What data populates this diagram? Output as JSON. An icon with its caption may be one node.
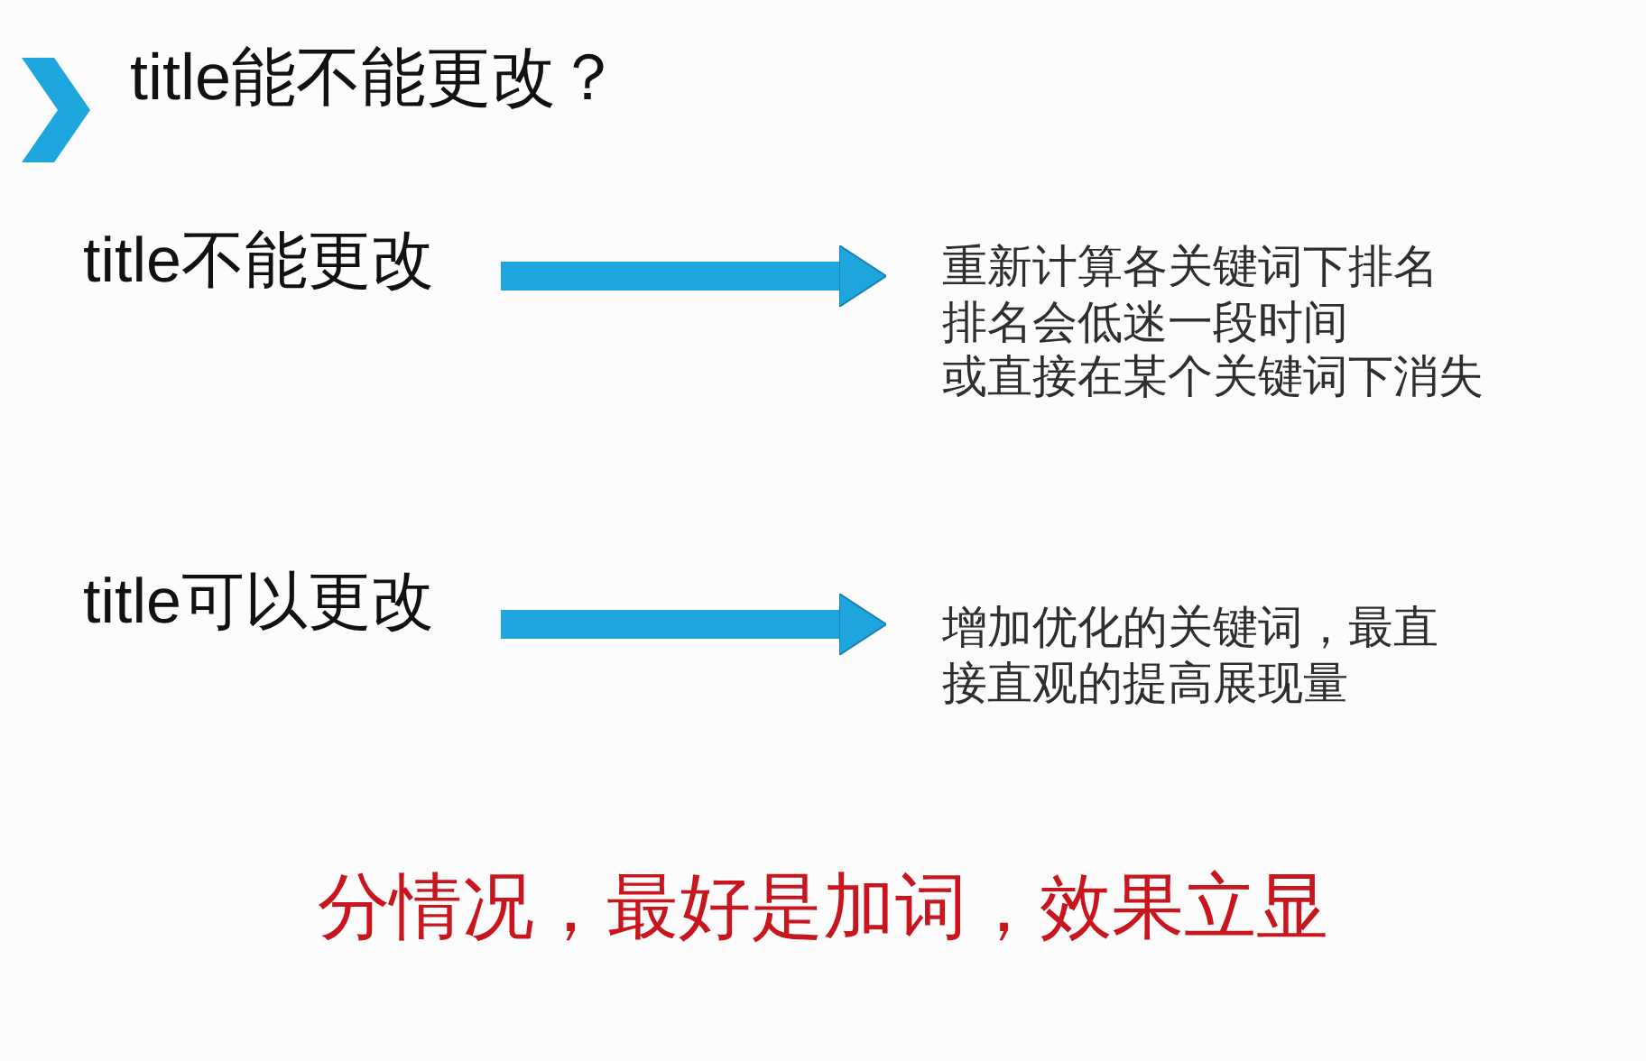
{
  "diagram": {
    "title": "title能不能更改？",
    "nodes": [
      {
        "text": [
          "title不能更改"
        ]
      },
      {
        "text": [
          "重新计算各关键词下排名",
          "排名会低迷一段时间",
          "或直接在某个关键词下消失"
        ]
      },
      {
        "text": [
          "title可以更改"
        ]
      },
      {
        "text": [
          "增加优化的关键词，最直接直观的提高展现量"
        ]
      }
    ],
    "edges": [
      {
        "from": 0,
        "to": 1,
        "arrow": "to"
      },
      {
        "from": 2,
        "to": 3,
        "arrow": "to"
      }
    ],
    "labels": [
      "分情况，最好是加词，效果立显"
    ]
  }
}
